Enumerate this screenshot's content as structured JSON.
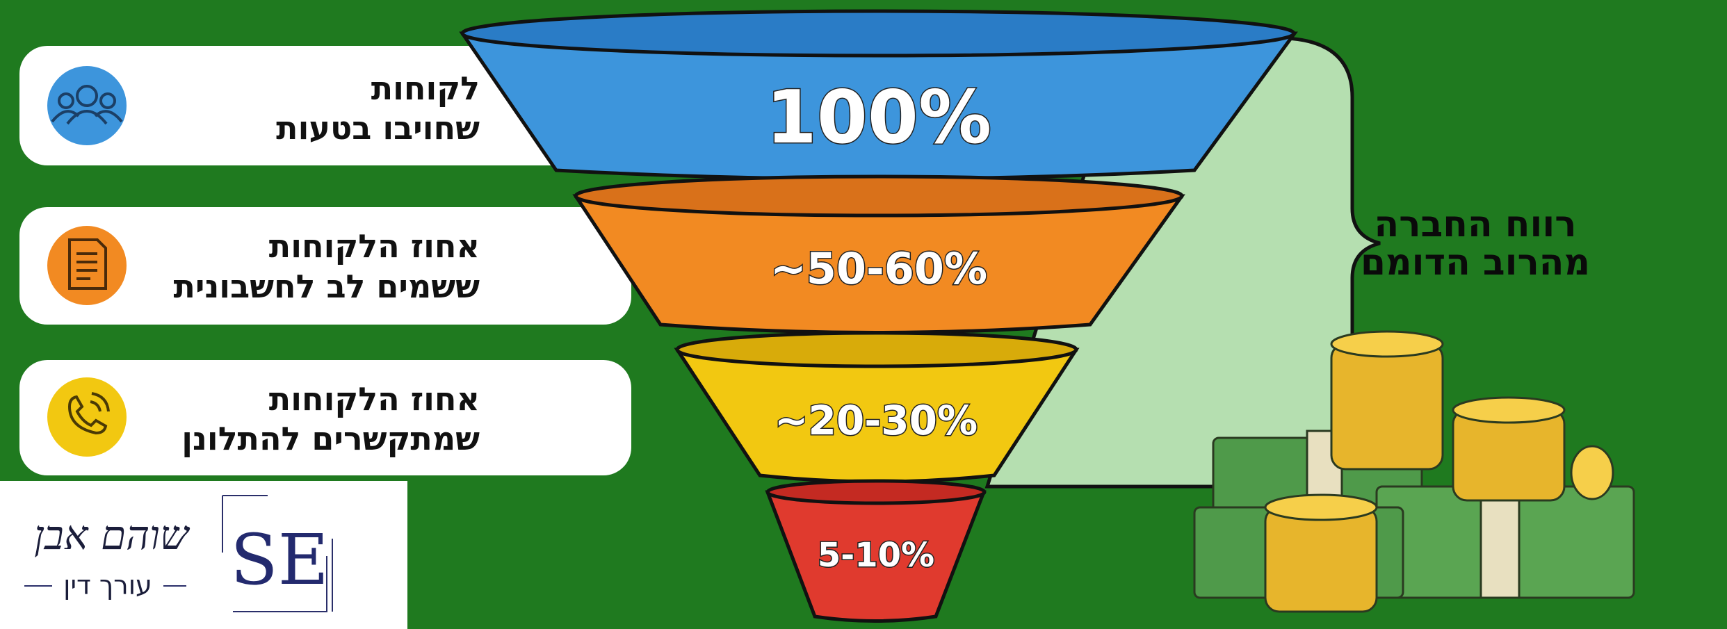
{
  "background_color": "#1f7a1f",
  "stages": [
    {
      "label_line1": "לקוחות",
      "label_line2": "שחויבו בטעות",
      "percent": "100%",
      "color": "#3d95dc",
      "icon": "users-icon"
    },
    {
      "label_line1": "אחוז הלקוחות",
      "label_line2": "ששמים לב לחשבונית",
      "percent": "~50-60%",
      "color": "#f28a22",
      "icon": "invoice-icon"
    },
    {
      "label_line1": "אחוז הלקוחות",
      "label_line2": "שמתקשרים להתלונן",
      "percent": "~20-30%",
      "color": "#f2c811",
      "icon": "phone-icon"
    },
    {
      "percent": "5-10%",
      "color": "#e03a2e"
    }
  ],
  "profit_label": {
    "line1": "רווח החברה",
    "line2": "מהרוב הדומם"
  },
  "logo": {
    "monogram": "SE",
    "name": "שוהם אבן",
    "title": "עורך דין"
  }
}
